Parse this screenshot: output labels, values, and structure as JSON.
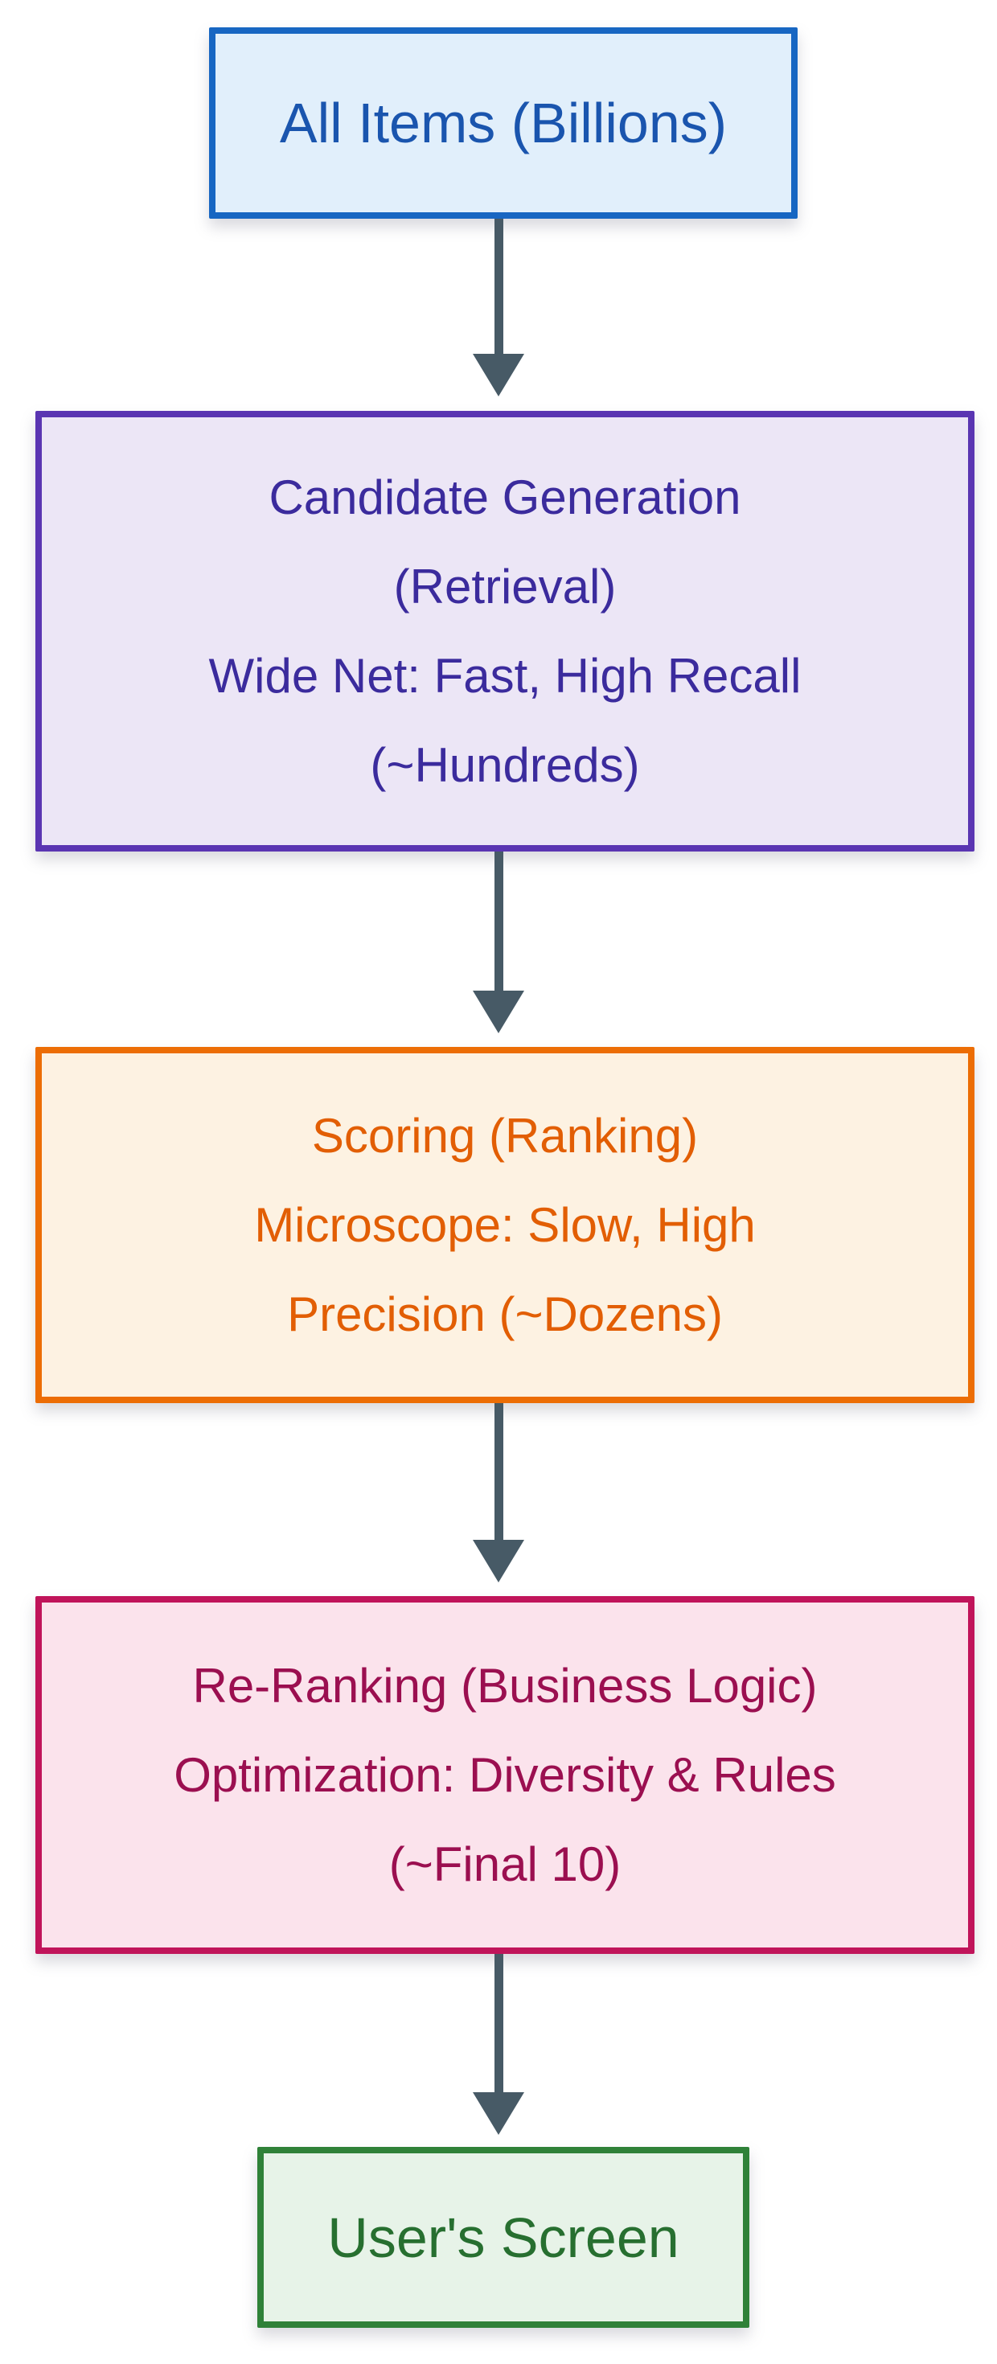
{
  "diagram": {
    "type": "flowchart",
    "direction": "top-down",
    "arrow_color": "#475a66",
    "nodes": [
      {
        "id": "all-items",
        "lines": [
          "All Items (Billions)"
        ],
        "fill": "#e1effb",
        "border": "#1766c2",
        "text_color": "#1a55ae"
      },
      {
        "id": "candidate-generation",
        "lines": [
          "Candidate Generation",
          "(Retrieval)",
          "Wide Net: Fast, High Recall",
          "(~Hundreds)"
        ],
        "fill": "#ece6f6",
        "border": "#5a35b2",
        "text_color": "#3b2b9d"
      },
      {
        "id": "scoring",
        "lines": [
          "Scoring (Ranking)",
          "Microscope: Slow, High",
          "Precision (~Dozens)"
        ],
        "fill": "#fdf2e2",
        "border": "#ec6d05",
        "text_color": "#e25e04"
      },
      {
        "id": "re-ranking",
        "lines": [
          "Re-Ranking (Business Logic)",
          "Optimization: Diversity & Rules",
          "(~Final 10)"
        ],
        "fill": "#fbe3ec",
        "border": "#c0145a",
        "text_color": "#9b0f50"
      },
      {
        "id": "users-screen",
        "lines": [
          "User's Screen"
        ],
        "fill": "#e7f3e8",
        "border": "#2f8138",
        "text_color": "#276f30"
      }
    ],
    "edges": [
      {
        "from": "all-items",
        "to": "candidate-generation"
      },
      {
        "from": "candidate-generation",
        "to": "scoring"
      },
      {
        "from": "scoring",
        "to": "re-ranking"
      },
      {
        "from": "re-ranking",
        "to": "users-screen"
      }
    ]
  }
}
